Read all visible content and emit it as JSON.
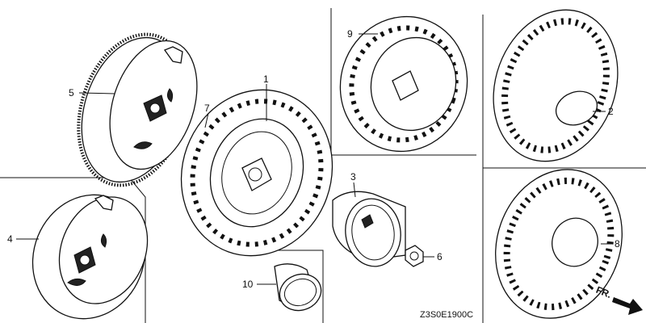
{
  "callouts": {
    "p1": "1",
    "p2": "2",
    "p3": "3",
    "p4": "4",
    "p5": "5",
    "p6": "6",
    "p7": "7",
    "p8": "8",
    "p9": "9",
    "p10": "10"
  },
  "diagram_code": "Z3S0E1900C",
  "direction_label": "FR.",
  "icons": {
    "direction": "front-direction-arrow-icon"
  }
}
